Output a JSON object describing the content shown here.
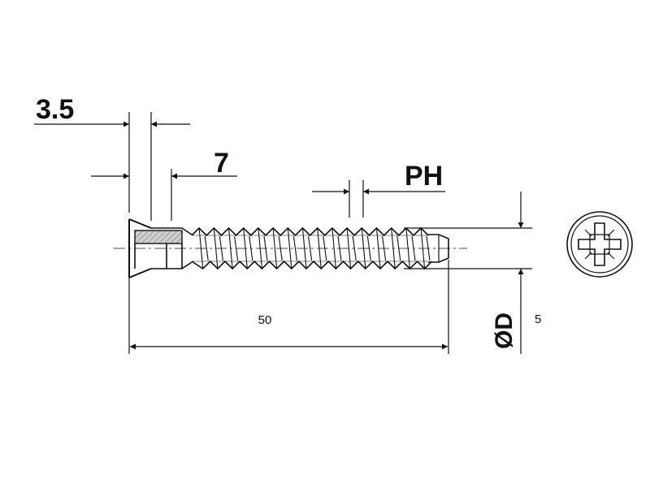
{
  "dimensions": {
    "head_height": "3.5",
    "shank_length": "7",
    "pitch": "PH",
    "total_length": "50",
    "diameter_symbol": "ØD",
    "diameter_value": "5"
  },
  "colors": {
    "line": "#111111",
    "hatch_fill": "#b9b9b9",
    "background": "#ffffff"
  },
  "icons": {
    "drive": "phillips-pozidriv-cross"
  }
}
